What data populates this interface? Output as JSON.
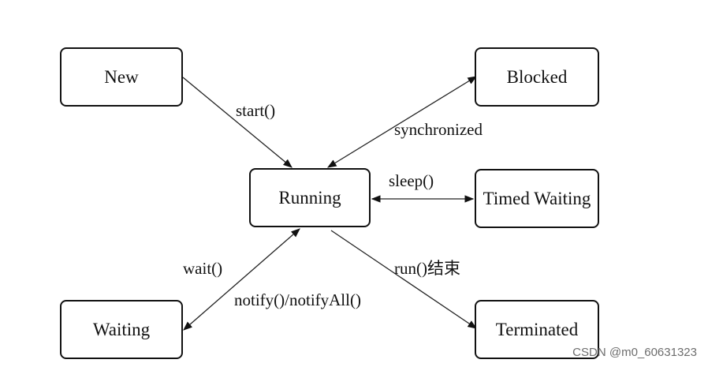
{
  "nodes": {
    "new": "New",
    "blocked": "Blocked",
    "running": "Running",
    "timed_waiting": "Timed Waiting",
    "waiting": "Waiting",
    "terminated": "Terminated"
  },
  "edges": {
    "start": "start()",
    "synchronized": "synchronized",
    "sleep": "sleep()",
    "wait": "wait()",
    "notify": "notify()/notifyAll()",
    "run_end": "run()结束"
  },
  "watermark": "CSDN @m0_60631323"
}
